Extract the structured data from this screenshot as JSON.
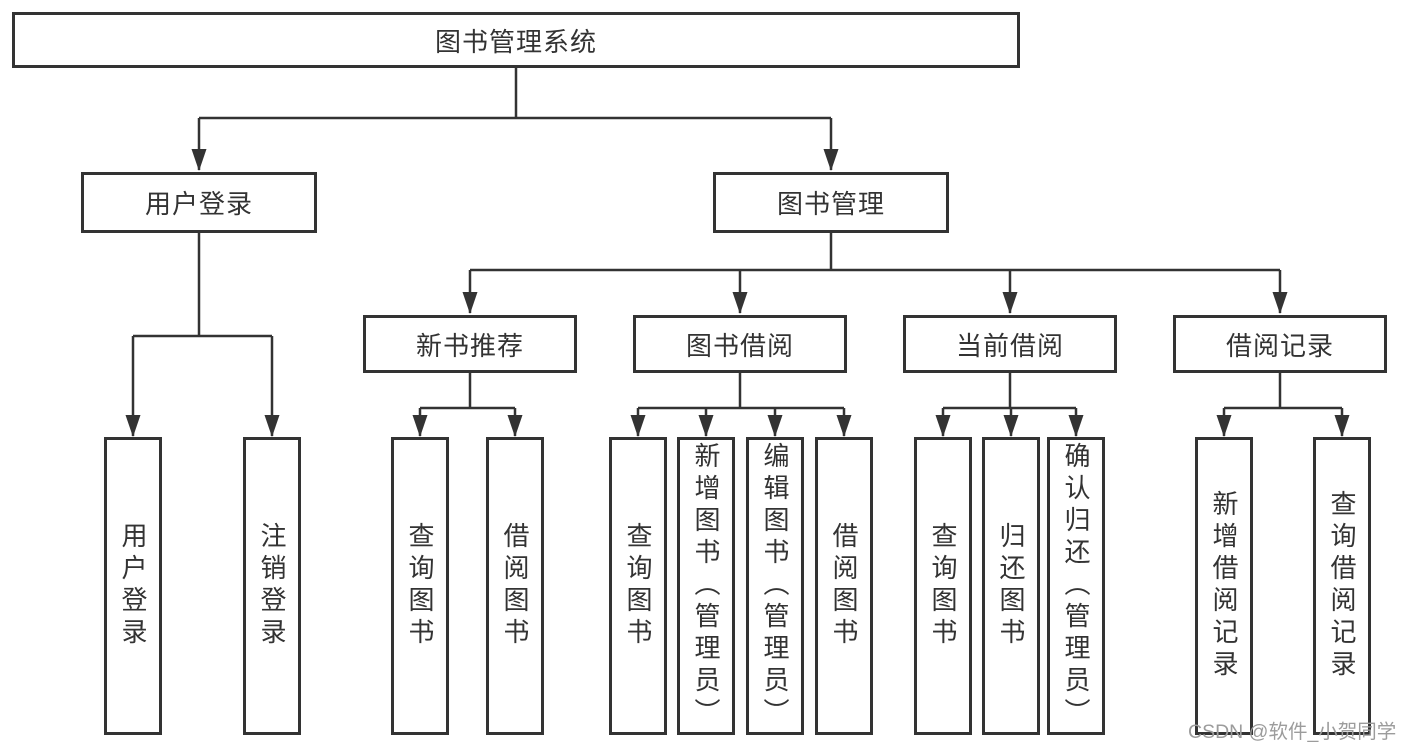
{
  "nodes": {
    "root": {
      "label": "图书管理系统"
    },
    "level2": [
      {
        "label": "用户登录"
      },
      {
        "label": "图书管理"
      }
    ],
    "level3": [
      {
        "label": "新书推荐",
        "parent": "图书管理"
      },
      {
        "label": "图书借阅",
        "parent": "图书管理"
      },
      {
        "label": "当前借阅",
        "parent": "图书管理"
      },
      {
        "label": "借阅记录",
        "parent": "图书管理"
      }
    ],
    "leaves": [
      {
        "label": "用户登录",
        "parent": "用户登录"
      },
      {
        "label": "注销登录",
        "parent": "用户登录"
      },
      {
        "label": "查询图书",
        "parent": "新书推荐"
      },
      {
        "label": "借阅图书",
        "parent": "新书推荐"
      },
      {
        "label": "查询图书",
        "parent": "图书借阅"
      },
      {
        "label": "新增图书（管理员）",
        "parent": "图书借阅"
      },
      {
        "label": "编辑图书（管理员）",
        "parent": "图书借阅"
      },
      {
        "label": "借阅图书",
        "parent": "图书借阅"
      },
      {
        "label": "查询图书",
        "parent": "当前借阅"
      },
      {
        "label": "归还图书",
        "parent": "当前借阅"
      },
      {
        "label": "确认归还（管理员）",
        "parent": "当前借阅"
      },
      {
        "label": "新增借阅记录",
        "parent": "借阅记录"
      },
      {
        "label": "查询借阅记录",
        "parent": "借阅记录"
      }
    ]
  },
  "watermark": {
    "text": "CSDN @软件_小贺同学"
  },
  "colors": {
    "line": "#333333",
    "box_border": "#333333",
    "text": "#333333",
    "watermark": "#9c9c9c",
    "background": "#ffffff"
  }
}
